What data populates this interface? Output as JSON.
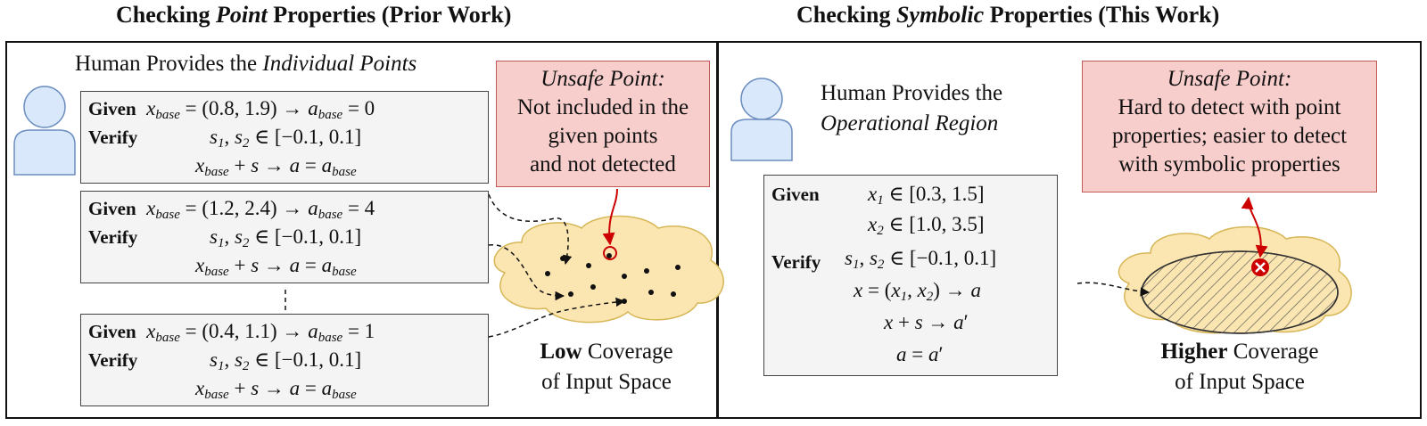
{
  "left": {
    "title_pre": "Checking ",
    "title_em": "Point",
    "title_post": " Properties (Prior Work)",
    "human_pre": "Human Provides the ",
    "human_em": "Individual Points",
    "note_head": "Unsafe Point:",
    "note_lines": [
      "Not included in the",
      "given points",
      "and not detected"
    ],
    "cards": [
      {
        "given_kw": "Given",
        "given": "x_base = (0.8, 1.9) → a_base = 0",
        "verify_kw": "Verify",
        "verify": "s₁, s₂ ∈ [−0.1, 0.1]",
        "rule": "x_base + s → a = a_base"
      },
      {
        "given_kw": "Given",
        "given": "x_base = (1.2, 2.4) → a_base = 4",
        "verify_kw": "Verify",
        "verify": "s₁, s₂ ∈ [−0.1, 0.1]",
        "rule": "x_base + s → a = a_base"
      },
      {
        "given_kw": "Given",
        "given": "x_base = (0.4, 1.1) → a_base = 1",
        "verify_kw": "Verify",
        "verify": "s₁, s₂ ∈ [−0.1, 0.1]",
        "rule": "x_base + s → a = a_base"
      }
    ],
    "coverage_bold": "Low",
    "coverage_rest": " Coverage",
    "coverage_line2": "of Input Space"
  },
  "right": {
    "title_pre": "Checking ",
    "title_em": "Symbolic",
    "title_post": " Properties (This Work)",
    "human_line1": "Human Provides the",
    "human_line2": "Operational Region",
    "note_head": "Unsafe Point:",
    "note_lines": [
      "Hard to detect with point",
      "properties; easier to detect",
      "with symbolic properties"
    ],
    "card": {
      "given_kw": "Given",
      "given1": "x₁ ∈ [0.3, 1.5]",
      "given2": "x₂ ∈ [1.0, 3.5]",
      "verify_kw": "Verify",
      "verify": "s₁, s₂ ∈ [−0.1, 0.1]",
      "l1": "x = (x₁, x₂) → a",
      "l2": "x + s → a′",
      "l3": "a = a′"
    },
    "coverage_bold": "Higher",
    "coverage_rest": " Coverage",
    "coverage_line2": "of Input Space"
  },
  "colors": {
    "note_fill": "#f8cecc",
    "note_border": "#c25a55",
    "cloud_fill": "#fbe6b2",
    "cloud_border": "#d6b656",
    "person_fill": "#dae8fc",
    "person_border": "#6c8ebf",
    "unsafe_red": "#cc0000"
  }
}
